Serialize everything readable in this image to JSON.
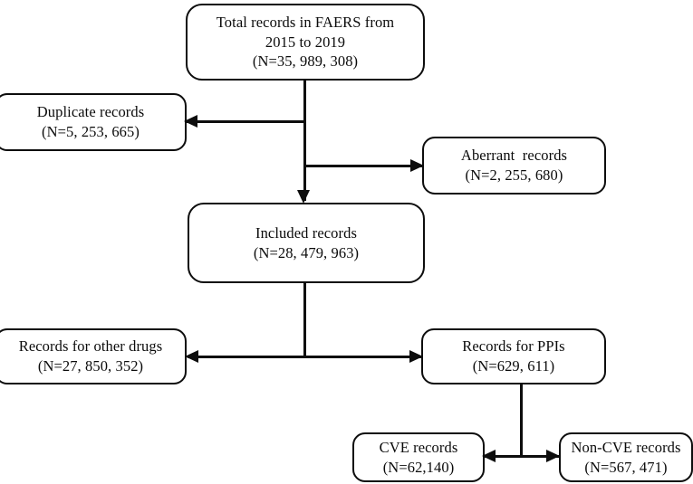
{
  "diagram": {
    "title": "FAERS records selection flowchart",
    "line_color": "#0d0d0d",
    "background": "#ffffff"
  },
  "nodes": {
    "total_records": {
      "name": "total-records-box",
      "line1": "Total records in FAERS from",
      "line2": "2015 to 2019",
      "line3": "(N=35, 989, 308)"
    },
    "duplicate_records": {
      "name": "duplicate-records-box",
      "line1": "Duplicate records",
      "line2": "(N=5, 253, 665)"
    },
    "aberrant_records": {
      "name": "aberrant-records-box",
      "line1": "Aberrant  records",
      "line2": "(N=2, 255, 680)"
    },
    "included_records": {
      "name": "included-records-box",
      "line1": "Included records",
      "line2": "(N=28, 479, 963)"
    },
    "other_drugs_records": {
      "name": "other-drugs-records-box",
      "line1": "Records for other drugs",
      "line2": "(N=27, 850, 352)"
    },
    "ppi_records": {
      "name": "ppi-records-box",
      "line1": "Records for PPIs",
      "line2": "(N=629, 611)"
    },
    "cve_records": {
      "name": "cve-records-box",
      "line1": "CVE records",
      "line2": "(N=62,140)"
    },
    "non_cve_records": {
      "name": "non-cve-records-box",
      "line1": "Non-CVE records",
      "line2": "(N=567, 471)"
    }
  },
  "chart_data": {
    "type": "diagram",
    "flow": "study-selection",
    "steps": [
      {
        "id": "total_records",
        "label": "Total records in FAERS from 2015 to 2019",
        "n": 35989308
      },
      {
        "id": "duplicate_records",
        "label": "Duplicate records",
        "n": 5253665,
        "excluded": true
      },
      {
        "id": "aberrant_records",
        "label": "Aberrant records",
        "n": 2255680,
        "excluded": true
      },
      {
        "id": "included_records",
        "label": "Included records",
        "n": 28479963
      },
      {
        "id": "other_drugs_records",
        "label": "Records for other drugs",
        "n": 27850352
      },
      {
        "id": "ppi_records",
        "label": "Records for PPIs",
        "n": 629611
      },
      {
        "id": "cve_records",
        "label": "CVE records",
        "n": 62140
      },
      {
        "id": "non_cve_records",
        "label": "Non-CVE records",
        "n": 567471
      }
    ],
    "edges": [
      {
        "from": "total_records",
        "to": "duplicate_records",
        "direction": "left"
      },
      {
        "from": "total_records",
        "to": "aberrant_records",
        "direction": "right"
      },
      {
        "from": "total_records",
        "to": "included_records",
        "direction": "down"
      },
      {
        "from": "included_records",
        "to": "other_drugs_records",
        "direction": "left"
      },
      {
        "from": "included_records",
        "to": "ppi_records",
        "direction": "right"
      },
      {
        "from": "ppi_records",
        "to": "cve_records",
        "direction": "left"
      },
      {
        "from": "ppi_records",
        "to": "non_cve_records",
        "direction": "right"
      }
    ]
  }
}
